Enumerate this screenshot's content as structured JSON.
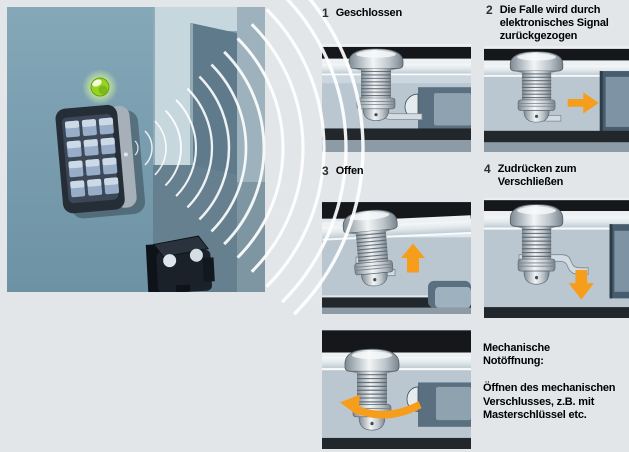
{
  "colors": {
    "background": "#e3e6e9",
    "arrow_orange": "#f69e1b",
    "wave_white": "#ffffff",
    "led_green": "#97d323",
    "panel_band_black": "#15171a",
    "panel_body_gray": "#bac7d1",
    "catch_slate": "#5a7080",
    "text": "#000000"
  },
  "scene": {
    "icons": [
      "keypad-icon",
      "green-led-icon",
      "radio-waves-icon",
      "open-door-icon",
      "latch-lock-icon"
    ]
  },
  "steps": [
    {
      "number": "1",
      "label": "Geschlossen"
    },
    {
      "number": "2",
      "label": "Die Falle wird durch\nelektronisches Signal\nzurückgezogen"
    },
    {
      "number": "3",
      "label": "Offen"
    },
    {
      "number": "4",
      "label": "Zudrücken zum\nVerschließen"
    }
  ],
  "note": {
    "title": "Mechanische\nNotöffnung:",
    "body": "Öffnen des mechanischen\nVerschlusses, z.B. mit\nMasterschlüssel etc."
  }
}
